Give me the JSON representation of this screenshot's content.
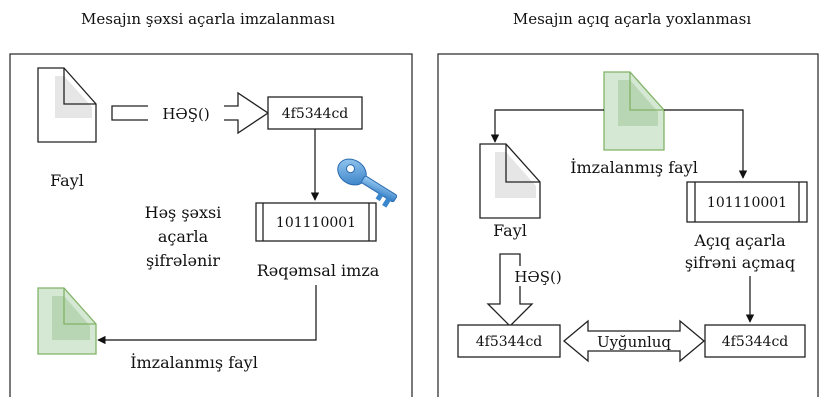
{
  "left_panel": {
    "title": "Mesajın şəxsi açarla imzalanması",
    "file_label": "Fayl",
    "hash_label": "HƏŞ()",
    "hash_value": "4f5344cd",
    "encrypt_label_lines": [
      "Həş şəxsi",
      "açarla",
      "şifrələnir"
    ],
    "signature_value": "101110001",
    "signature_label": "Rəqəmsal imza",
    "signed_file_label": "İmzalanmış fayl"
  },
  "right_panel": {
    "title": "Mesajın açıq açarla yoxlanması",
    "signed_file_label": "İmzalanmış fayl",
    "file_label": "Fayl",
    "signature_value": "101110001",
    "decrypt_label_lines": [
      "Açıq açarla",
      "şifrəni açmaq"
    ],
    "hash_label": "HƏŞ()",
    "hash_value_left": "4f5344cd",
    "hash_value_right": "4f5344cd",
    "match_label": "Uyğunluq"
  },
  "colors": {
    "border": "#222222",
    "green_fill": "#d5e8d4",
    "green_stroke": "#82b366",
    "gray_fill": "#e6e6e6",
    "key_blue": "#5aa0dc"
  },
  "icons": [
    "document-icon",
    "key-icon"
  ]
}
